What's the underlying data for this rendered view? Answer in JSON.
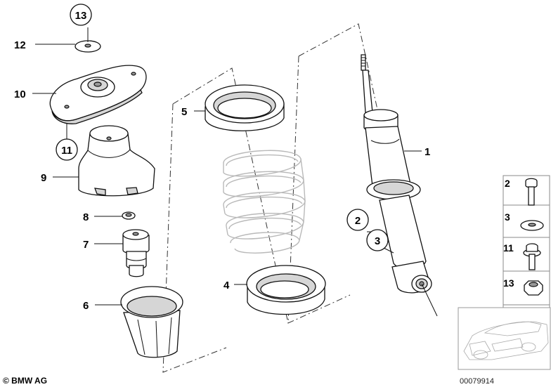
{
  "callouts": {
    "c1": "1",
    "c2": "2",
    "c3": "3",
    "c4": "4",
    "c5": "5",
    "c6": "6",
    "c7": "7",
    "c8": "8",
    "c9": "9",
    "c10": "10",
    "c11": "11",
    "c12": "12",
    "c13": "13"
  },
  "legend": {
    "items": [
      {
        "label": "2",
        "icon": "bolt-icon"
      },
      {
        "label": "3",
        "icon": "washer-icon"
      },
      {
        "label": "11",
        "icon": "flange-bolt-icon"
      },
      {
        "label": "13",
        "icon": "nut-icon"
      }
    ]
  },
  "footer": {
    "copyright": "© BMW AG",
    "diagram_number": "00079914"
  }
}
